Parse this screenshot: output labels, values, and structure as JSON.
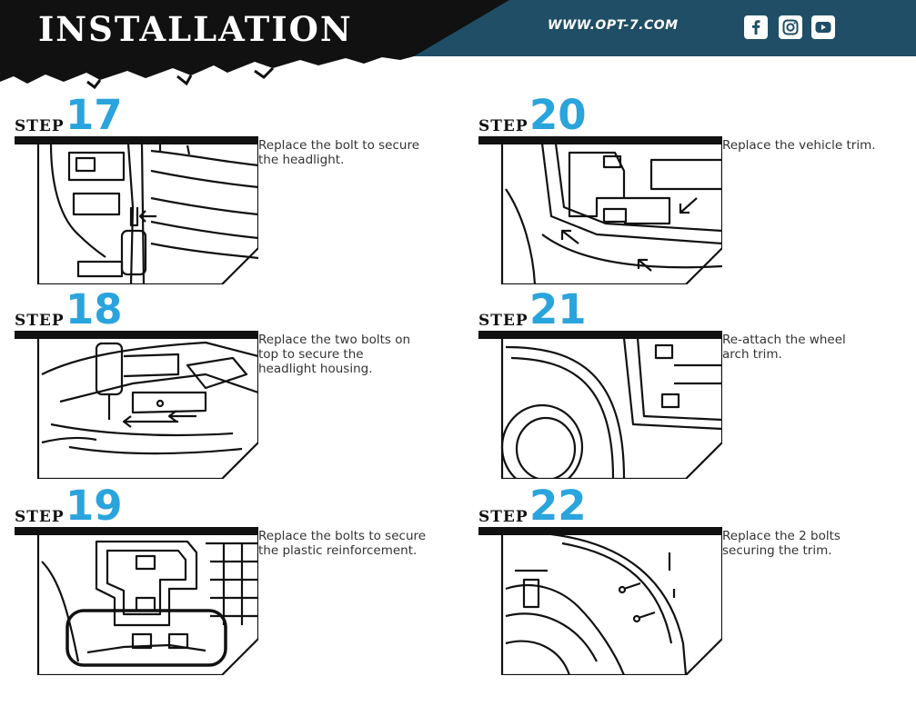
{
  "header": {
    "title": "INSTALLATION",
    "website": "WWW.OPT-7.COM",
    "colors": {
      "banner": "#1f4e66",
      "dark": "#111111",
      "accent": "#2aa4dc"
    },
    "social_icons": [
      "facebook-icon",
      "instagram-icon",
      "youtube-icon"
    ]
  },
  "steps": [
    {
      "word": "STEP",
      "number": "17",
      "text": "Replace the bolt to secure\nthe headlight."
    },
    {
      "word": "STEP",
      "number": "18",
      "text": "Replace the two bolts on\ntop to secure the\nheadlight housing."
    },
    {
      "word": "STEP",
      "number": "19",
      "text": "Replace the bolts to secure\nthe plastic reinforcement."
    },
    {
      "word": "STEP",
      "number": "20",
      "text": "Replace the vehicle trim."
    },
    {
      "word": "STEP",
      "number": "21",
      "text": "Re-attach the wheel\narch trim."
    },
    {
      "word": "STEP",
      "number": "22",
      "text": "Replace the 2 bolts\nsecuring the trim."
    }
  ]
}
